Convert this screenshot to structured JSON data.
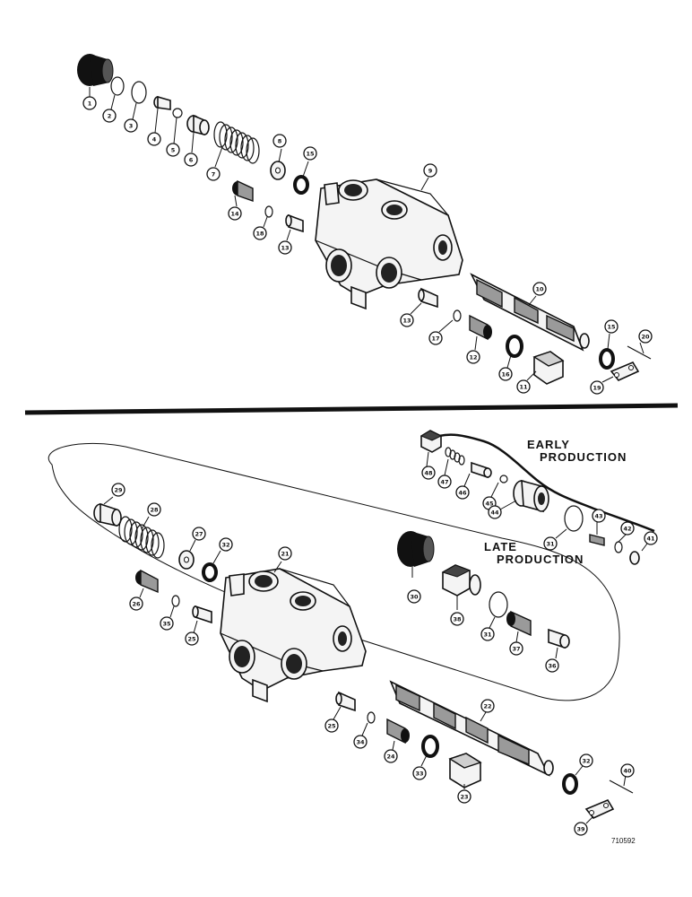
{
  "callouts": {
    "upper": [
      "1",
      "2",
      "3",
      "4",
      "5",
      "6",
      "7",
      "8",
      "15",
      "9",
      "14",
      "18",
      "13",
      "10",
      "13",
      "17",
      "12",
      "16",
      "11",
      "15",
      "19",
      "20"
    ],
    "lower": [
      "48",
      "47",
      "46",
      "45",
      "44",
      "43",
      "42",
      "41",
      "31",
      "29",
      "28",
      "27",
      "32",
      "21",
      "30",
      "38",
      "31",
      "37",
      "36",
      "26",
      "35",
      "25",
      "25",
      "34",
      "24",
      "33",
      "23",
      "22",
      "32",
      "40",
      "39"
    ]
  },
  "headings": {
    "early": [
      "EARLY",
      "PRODUCTION"
    ],
    "late": [
      "LATE",
      "PRODUCTION"
    ]
  },
  "drawing_code": "710592"
}
